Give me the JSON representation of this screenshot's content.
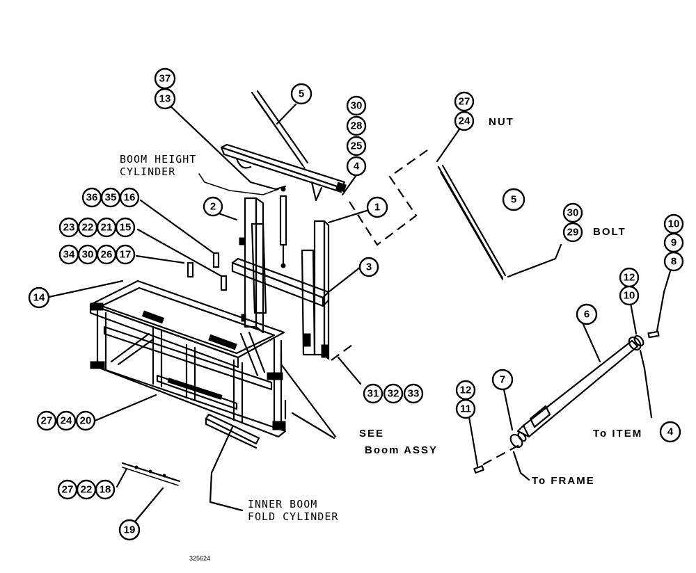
{
  "callouts": {
    "c37": "37",
    "c13": "13",
    "c5a": "5",
    "c30a": "30",
    "c28": "28",
    "c25": "25",
    "c4a": "4",
    "c27a": "27",
    "c24a": "24",
    "c5b": "5",
    "c30b": "30",
    "c29": "29",
    "c10a": "10",
    "c9": "9",
    "c8": "8",
    "c12a": "12",
    "c10b": "10",
    "c36": "36",
    "c35": "35",
    "c16": "16",
    "c2": "2",
    "c1": "1",
    "c23": "23",
    "c22a": "22",
    "c21": "21",
    "c15": "15",
    "c34": "34",
    "c30c": "30",
    "c26": "26",
    "c17": "17",
    "c3": "3",
    "c14": "14",
    "c6": "6",
    "c7": "7",
    "c12b": "12",
    "c11": "11",
    "c31": "31",
    "c32": "32",
    "c33": "33",
    "c4b": "4",
    "c27b": "27",
    "c24b": "24",
    "c20": "20",
    "c27c": "27",
    "c22b": "22",
    "c18": "18",
    "c19": "19"
  },
  "labels": {
    "boom_height_1": "BOOM HEIGHT",
    "boom_height_2": "CYLINDER",
    "nut": "NUT",
    "bolt": "BOLT",
    "see_1": "SEE",
    "see_2": "Boom ASSY",
    "to_item": "To ITEM",
    "to_frame": "To FRAME",
    "inner_1": "INNER BOOM",
    "inner_2": "FOLD CYLINDER"
  },
  "drawing_number": "325624"
}
